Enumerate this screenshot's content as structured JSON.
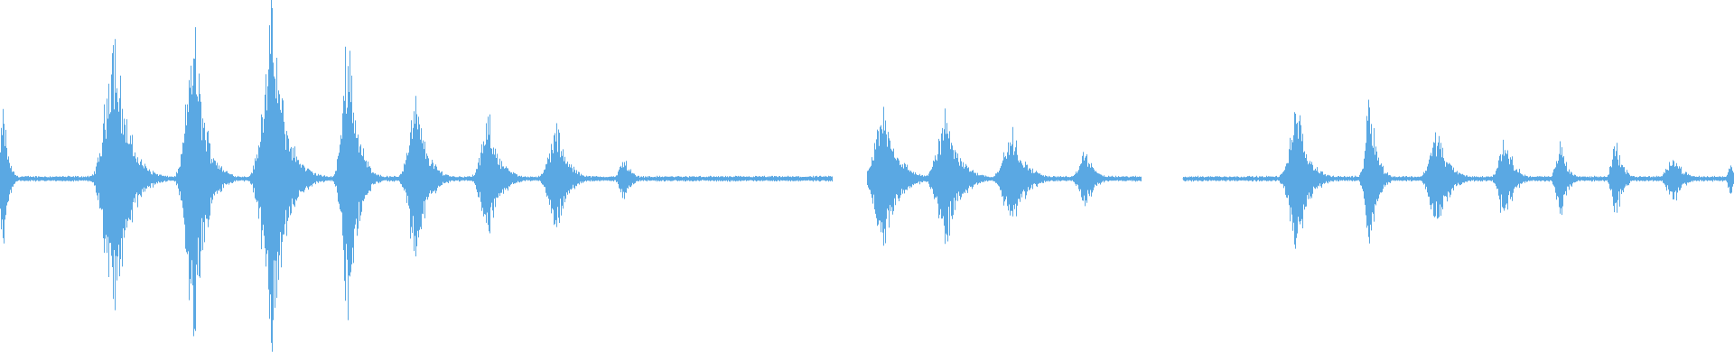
{
  "waveform": {
    "color": "#5aa8e3",
    "background": "#ffffff",
    "duration_fraction_segments": [
      {
        "start": 0.0,
        "end": 0.48
      },
      {
        "start": 0.5,
        "end": 0.658
      },
      {
        "start": 0.682,
        "end": 1.0
      }
    ],
    "bursts": [
      {
        "at": 0.002,
        "amp": 0.22,
        "width": 0.004
      },
      {
        "at": 0.066,
        "amp": 0.45,
        "width": 0.012
      },
      {
        "at": 0.077,
        "amp": 0.08,
        "width": 0.006
      },
      {
        "at": 0.112,
        "amp": 0.47,
        "width": 0.01
      },
      {
        "at": 0.157,
        "amp": 0.5,
        "width": 0.012
      },
      {
        "at": 0.201,
        "amp": 0.46,
        "width": 0.008
      },
      {
        "at": 0.24,
        "amp": 0.24,
        "width": 0.01
      },
      {
        "at": 0.282,
        "amp": 0.18,
        "width": 0.01
      },
      {
        "at": 0.321,
        "amp": 0.16,
        "width": 0.01
      },
      {
        "at": 0.36,
        "amp": 0.07,
        "width": 0.006
      },
      {
        "at": 0.51,
        "amp": 0.22,
        "width": 0.012
      },
      {
        "at": 0.546,
        "amp": 0.2,
        "width": 0.012
      },
      {
        "at": 0.584,
        "amp": 0.14,
        "width": 0.012
      },
      {
        "at": 0.626,
        "amp": 0.09,
        "width": 0.008
      },
      {
        "at": 0.748,
        "amp": 0.22,
        "width": 0.01
      },
      {
        "at": 0.79,
        "amp": 0.27,
        "width": 0.006
      },
      {
        "at": 0.829,
        "amp": 0.15,
        "width": 0.01
      },
      {
        "at": 0.868,
        "amp": 0.13,
        "width": 0.008
      },
      {
        "at": 0.9,
        "amp": 0.12,
        "width": 0.006
      },
      {
        "at": 0.932,
        "amp": 0.12,
        "width": 0.006
      },
      {
        "at": 0.965,
        "amp": 0.08,
        "width": 0.008
      },
      {
        "at": 0.998,
        "amp": 0.05,
        "width": 0.004
      }
    ],
    "baseline_noise": 0.008
  }
}
